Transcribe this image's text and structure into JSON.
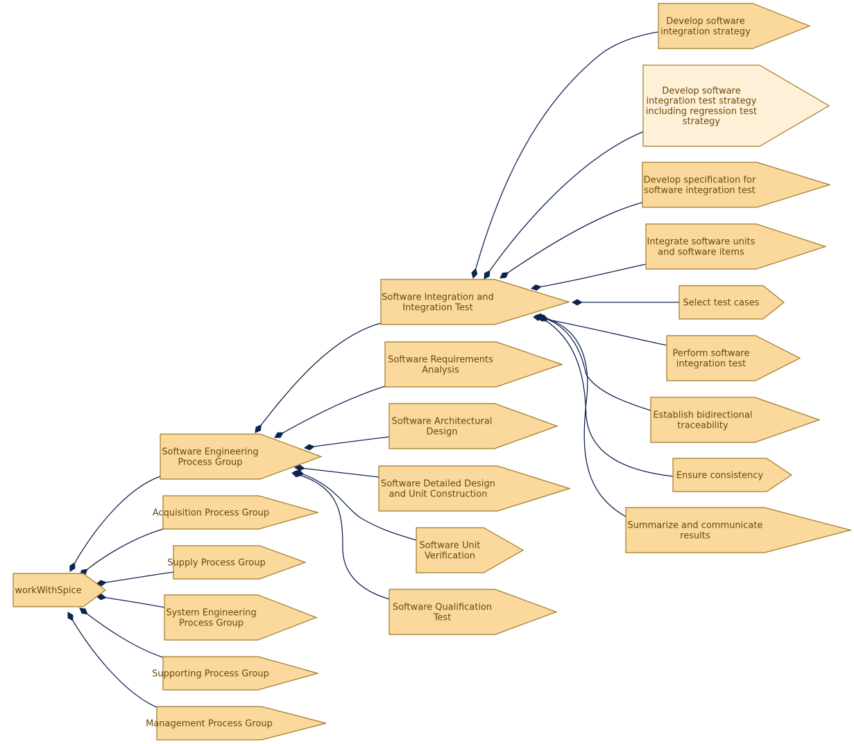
{
  "colors": {
    "node_fill": "#fbd89c",
    "node_fill_light": "#fff0d8",
    "node_stroke": "#a07a28",
    "node_text": "#6b4a08",
    "edge": "#0d2450"
  },
  "nodes": [
    {
      "id": "workWithSpice",
      "lines": [
        "workWithSpice"
      ]
    },
    {
      "id": "swe",
      "lines": [
        "Software Engineering",
        "Process Group"
      ]
    },
    {
      "id": "acq",
      "lines": [
        "Acquisition Process Group"
      ]
    },
    {
      "id": "sup",
      "lines": [
        "Supply Process Group"
      ]
    },
    {
      "id": "sys",
      "lines": [
        "System Engineering",
        "Process Group"
      ]
    },
    {
      "id": "supp",
      "lines": [
        "Supporting Process Group"
      ]
    },
    {
      "id": "man",
      "lines": [
        "Management Process Group"
      ]
    },
    {
      "id": "sii",
      "lines": [
        "Software Integration and",
        "Integration Test"
      ]
    },
    {
      "id": "sra",
      "lines": [
        "Software Requirements",
        "Analysis"
      ]
    },
    {
      "id": "sad",
      "lines": [
        "Software Architectural",
        "Design"
      ]
    },
    {
      "id": "sdd",
      "lines": [
        "Software Detailed Design",
        "and Unit Construction"
      ]
    },
    {
      "id": "suv",
      "lines": [
        "Software Unit",
        "Verification"
      ]
    },
    {
      "id": "sqt",
      "lines": [
        "Software Qualification",
        "Test"
      ]
    },
    {
      "id": "dsis",
      "lines": [
        "Develop software",
        "integration strategy"
      ]
    },
    {
      "id": "dsits",
      "lines": [
        "Develop software",
        "integration test strategy",
        "including regression test",
        "strategy"
      ],
      "light": true
    },
    {
      "id": "dsfit",
      "lines": [
        "Develop specification for",
        "software integration test"
      ]
    },
    {
      "id": "isu",
      "lines": [
        "Integrate software units",
        "and software items"
      ]
    },
    {
      "id": "stc",
      "lines": [
        "Select test cases"
      ]
    },
    {
      "id": "psit",
      "lines": [
        "Perform software",
        "integration test"
      ]
    },
    {
      "id": "ebt",
      "lines": [
        "Establish bidirectional",
        "traceability"
      ]
    },
    {
      "id": "ec",
      "lines": [
        "Ensure consistency"
      ]
    },
    {
      "id": "scr",
      "lines": [
        "Summarize and communicate",
        "results"
      ]
    }
  ],
  "edges": [
    {
      "from": "workWithSpice",
      "to": "swe"
    },
    {
      "from": "workWithSpice",
      "to": "acq"
    },
    {
      "from": "workWithSpice",
      "to": "sup"
    },
    {
      "from": "workWithSpice",
      "to": "sys"
    },
    {
      "from": "workWithSpice",
      "to": "supp"
    },
    {
      "from": "workWithSpice",
      "to": "man"
    },
    {
      "from": "swe",
      "to": "sii"
    },
    {
      "from": "swe",
      "to": "sra"
    },
    {
      "from": "swe",
      "to": "sad"
    },
    {
      "from": "swe",
      "to": "sdd"
    },
    {
      "from": "swe",
      "to": "suv"
    },
    {
      "from": "swe",
      "to": "sqt"
    },
    {
      "from": "sii",
      "to": "dsis"
    },
    {
      "from": "sii",
      "to": "dsits"
    },
    {
      "from": "sii",
      "to": "dsfit"
    },
    {
      "from": "sii",
      "to": "isu"
    },
    {
      "from": "sii",
      "to": "stc"
    },
    {
      "from": "sii",
      "to": "psit"
    },
    {
      "from": "sii",
      "to": "ebt"
    },
    {
      "from": "sii",
      "to": "ec"
    },
    {
      "from": "sii",
      "to": "scr"
    }
  ]
}
